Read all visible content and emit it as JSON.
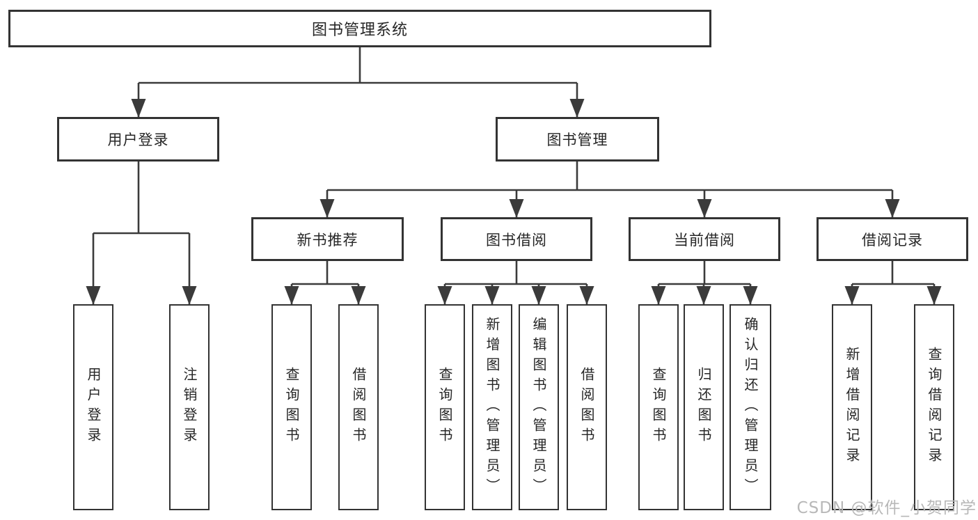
{
  "tree": {
    "root": "图书管理系统",
    "branches": [
      {
        "label": "用户登录",
        "leaves": [
          "用户登录",
          "注销登录"
        ]
      },
      {
        "label": "图书管理",
        "groups": [
          {
            "label": "新书推荐",
            "leaves": [
              "查询图书",
              "借阅图书"
            ]
          },
          {
            "label": "图书借阅",
            "leaves": [
              "查询图书",
              "新增图书（管理员）",
              "编辑图书（管理员）",
              "借阅图书"
            ]
          },
          {
            "label": "当前借阅",
            "leaves": [
              "查询图书",
              "归还图书",
              "确认归还（管理员）"
            ]
          },
          {
            "label": "借阅记录",
            "leaves": [
              "新增借阅记录",
              "查询借阅记录"
            ]
          }
        ]
      }
    ]
  },
  "watermark": "CSDN @软件_小贺同学",
  "colors": {
    "line": "#3b3b3b",
    "box_border": "#333333",
    "box_fill": "#ffffff",
    "text": "#262626",
    "watermark": "#b8b8b8",
    "background": "#ffffff"
  }
}
